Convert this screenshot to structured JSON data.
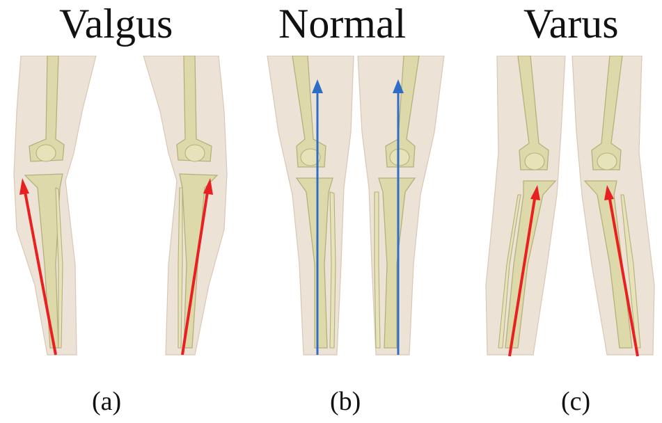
{
  "panels": [
    {
      "title": "Valgus",
      "caption": "(a)",
      "axis_color": "#e8201f"
    },
    {
      "title": "Normal",
      "caption": "(b)",
      "axis_color": "#2f6ec6"
    },
    {
      "title": "Varus",
      "caption": "(c)",
      "axis_color": "#e8201f"
    }
  ],
  "colors": {
    "skin": "#ece2d6",
    "bone": "#ddd9ab",
    "bone_outline": "#b6b07a",
    "background": "#ffffff"
  }
}
